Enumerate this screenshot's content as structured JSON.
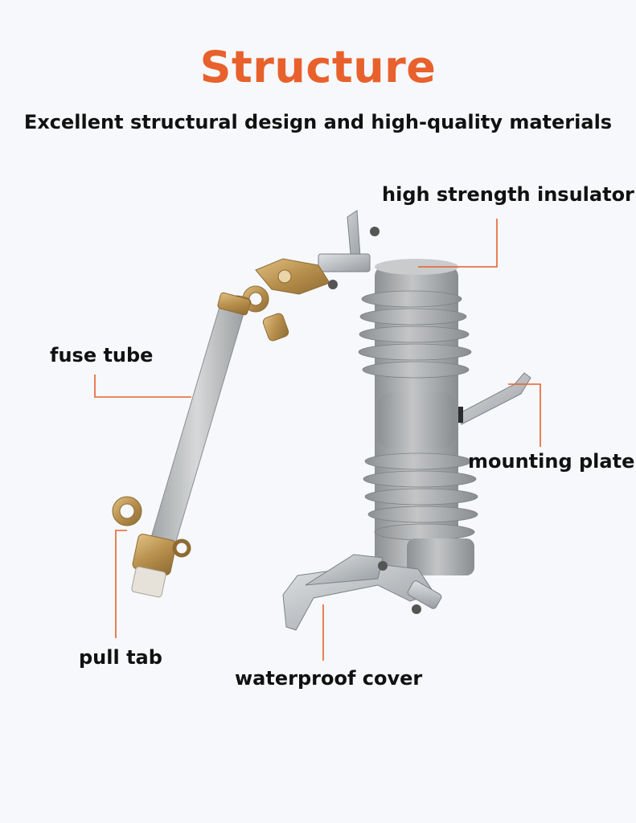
{
  "header": {
    "title": "Structure",
    "subtitle": "Excellent structural design and high-quality materials"
  },
  "labels": {
    "insulator": "high strength insulator",
    "fuse_tube": "fuse tube",
    "mounting_plate": "mounting plate",
    "pull_tab": "pull tab",
    "waterproof_cover": "waterproof cover"
  },
  "colors": {
    "accent": "#e8612c",
    "leader_line": "#e8612c",
    "porcelain": "#a9abad",
    "brass": "#c7a15e",
    "metal": "#b8bcc0"
  }
}
